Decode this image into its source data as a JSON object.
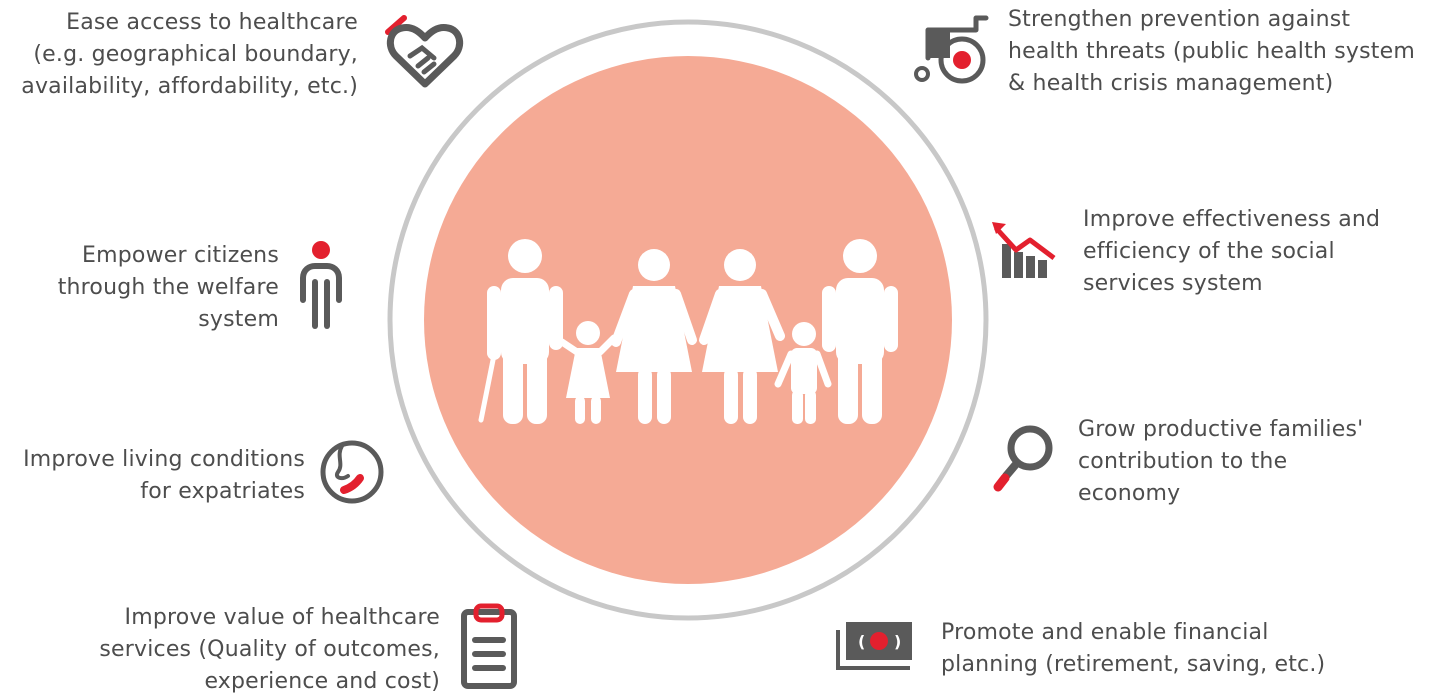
{
  "colors": {
    "accent": "#E3202E",
    "icon_gray": "#5a5a5a",
    "circle_fill": "#F5AA95",
    "ring": "#c8c8c8",
    "text": "#4d4d4d"
  },
  "center": {
    "illustration": "family-group-illustration"
  },
  "items": [
    {
      "id": "healthcare-access",
      "icon": "heart-handshake-icon",
      "lines": [
        "Ease access to healthcare",
        "(e.g. geographical boundary,",
        "availability, affordability, etc.)"
      ]
    },
    {
      "id": "empower-citizens",
      "icon": "person-icon",
      "lines": [
        "Empower citizens",
        "through the welfare",
        "system"
      ]
    },
    {
      "id": "living-conditions",
      "icon": "globe-icon",
      "lines": [
        "Improve living conditions",
        "for expatriates"
      ]
    },
    {
      "id": "healthcare-value",
      "icon": "clipboard-icon",
      "lines": [
        "Improve value of healthcare",
        "services (Quality of outcomes,",
        "experience and cost)"
      ]
    },
    {
      "id": "prevention",
      "icon": "wheelchair-icon",
      "lines": [
        "Strengthen prevention against",
        "health threats (public health system",
        "& health crisis management)"
      ]
    },
    {
      "id": "social-services",
      "icon": "declining-chart-icon",
      "lines": [
        "Improve effectiveness and",
        "efficiency of the social",
        "services system"
      ]
    },
    {
      "id": "productive-families",
      "icon": "magnifier-icon",
      "lines": [
        "Grow productive families'",
        "contribution to the",
        "economy"
      ]
    },
    {
      "id": "financial-planning",
      "icon": "banknote-icon",
      "lines": [
        "Promote and enable financial",
        "planning (retirement, saving, etc.)"
      ]
    }
  ]
}
